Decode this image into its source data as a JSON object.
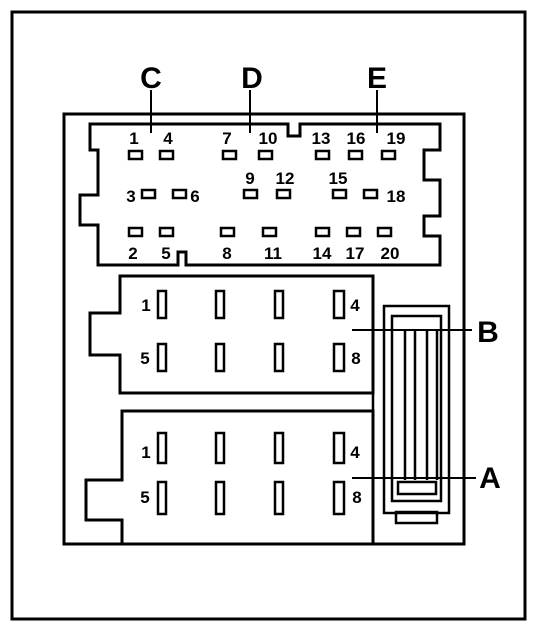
{
  "callouts": {
    "C": "C",
    "D": "D",
    "E": "E",
    "B": "B",
    "A": "A"
  },
  "top_block": {
    "pins": [
      "1",
      "2",
      "3",
      "4",
      "5",
      "6",
      "7",
      "8",
      "9",
      "10",
      "11",
      "12",
      "13",
      "14",
      "15",
      "16",
      "17",
      "18",
      "19",
      "20"
    ]
  },
  "block_b": {
    "labels": [
      "1",
      "4",
      "5",
      "8"
    ]
  },
  "block_a": {
    "labels": [
      "1",
      "4",
      "5",
      "8"
    ]
  }
}
